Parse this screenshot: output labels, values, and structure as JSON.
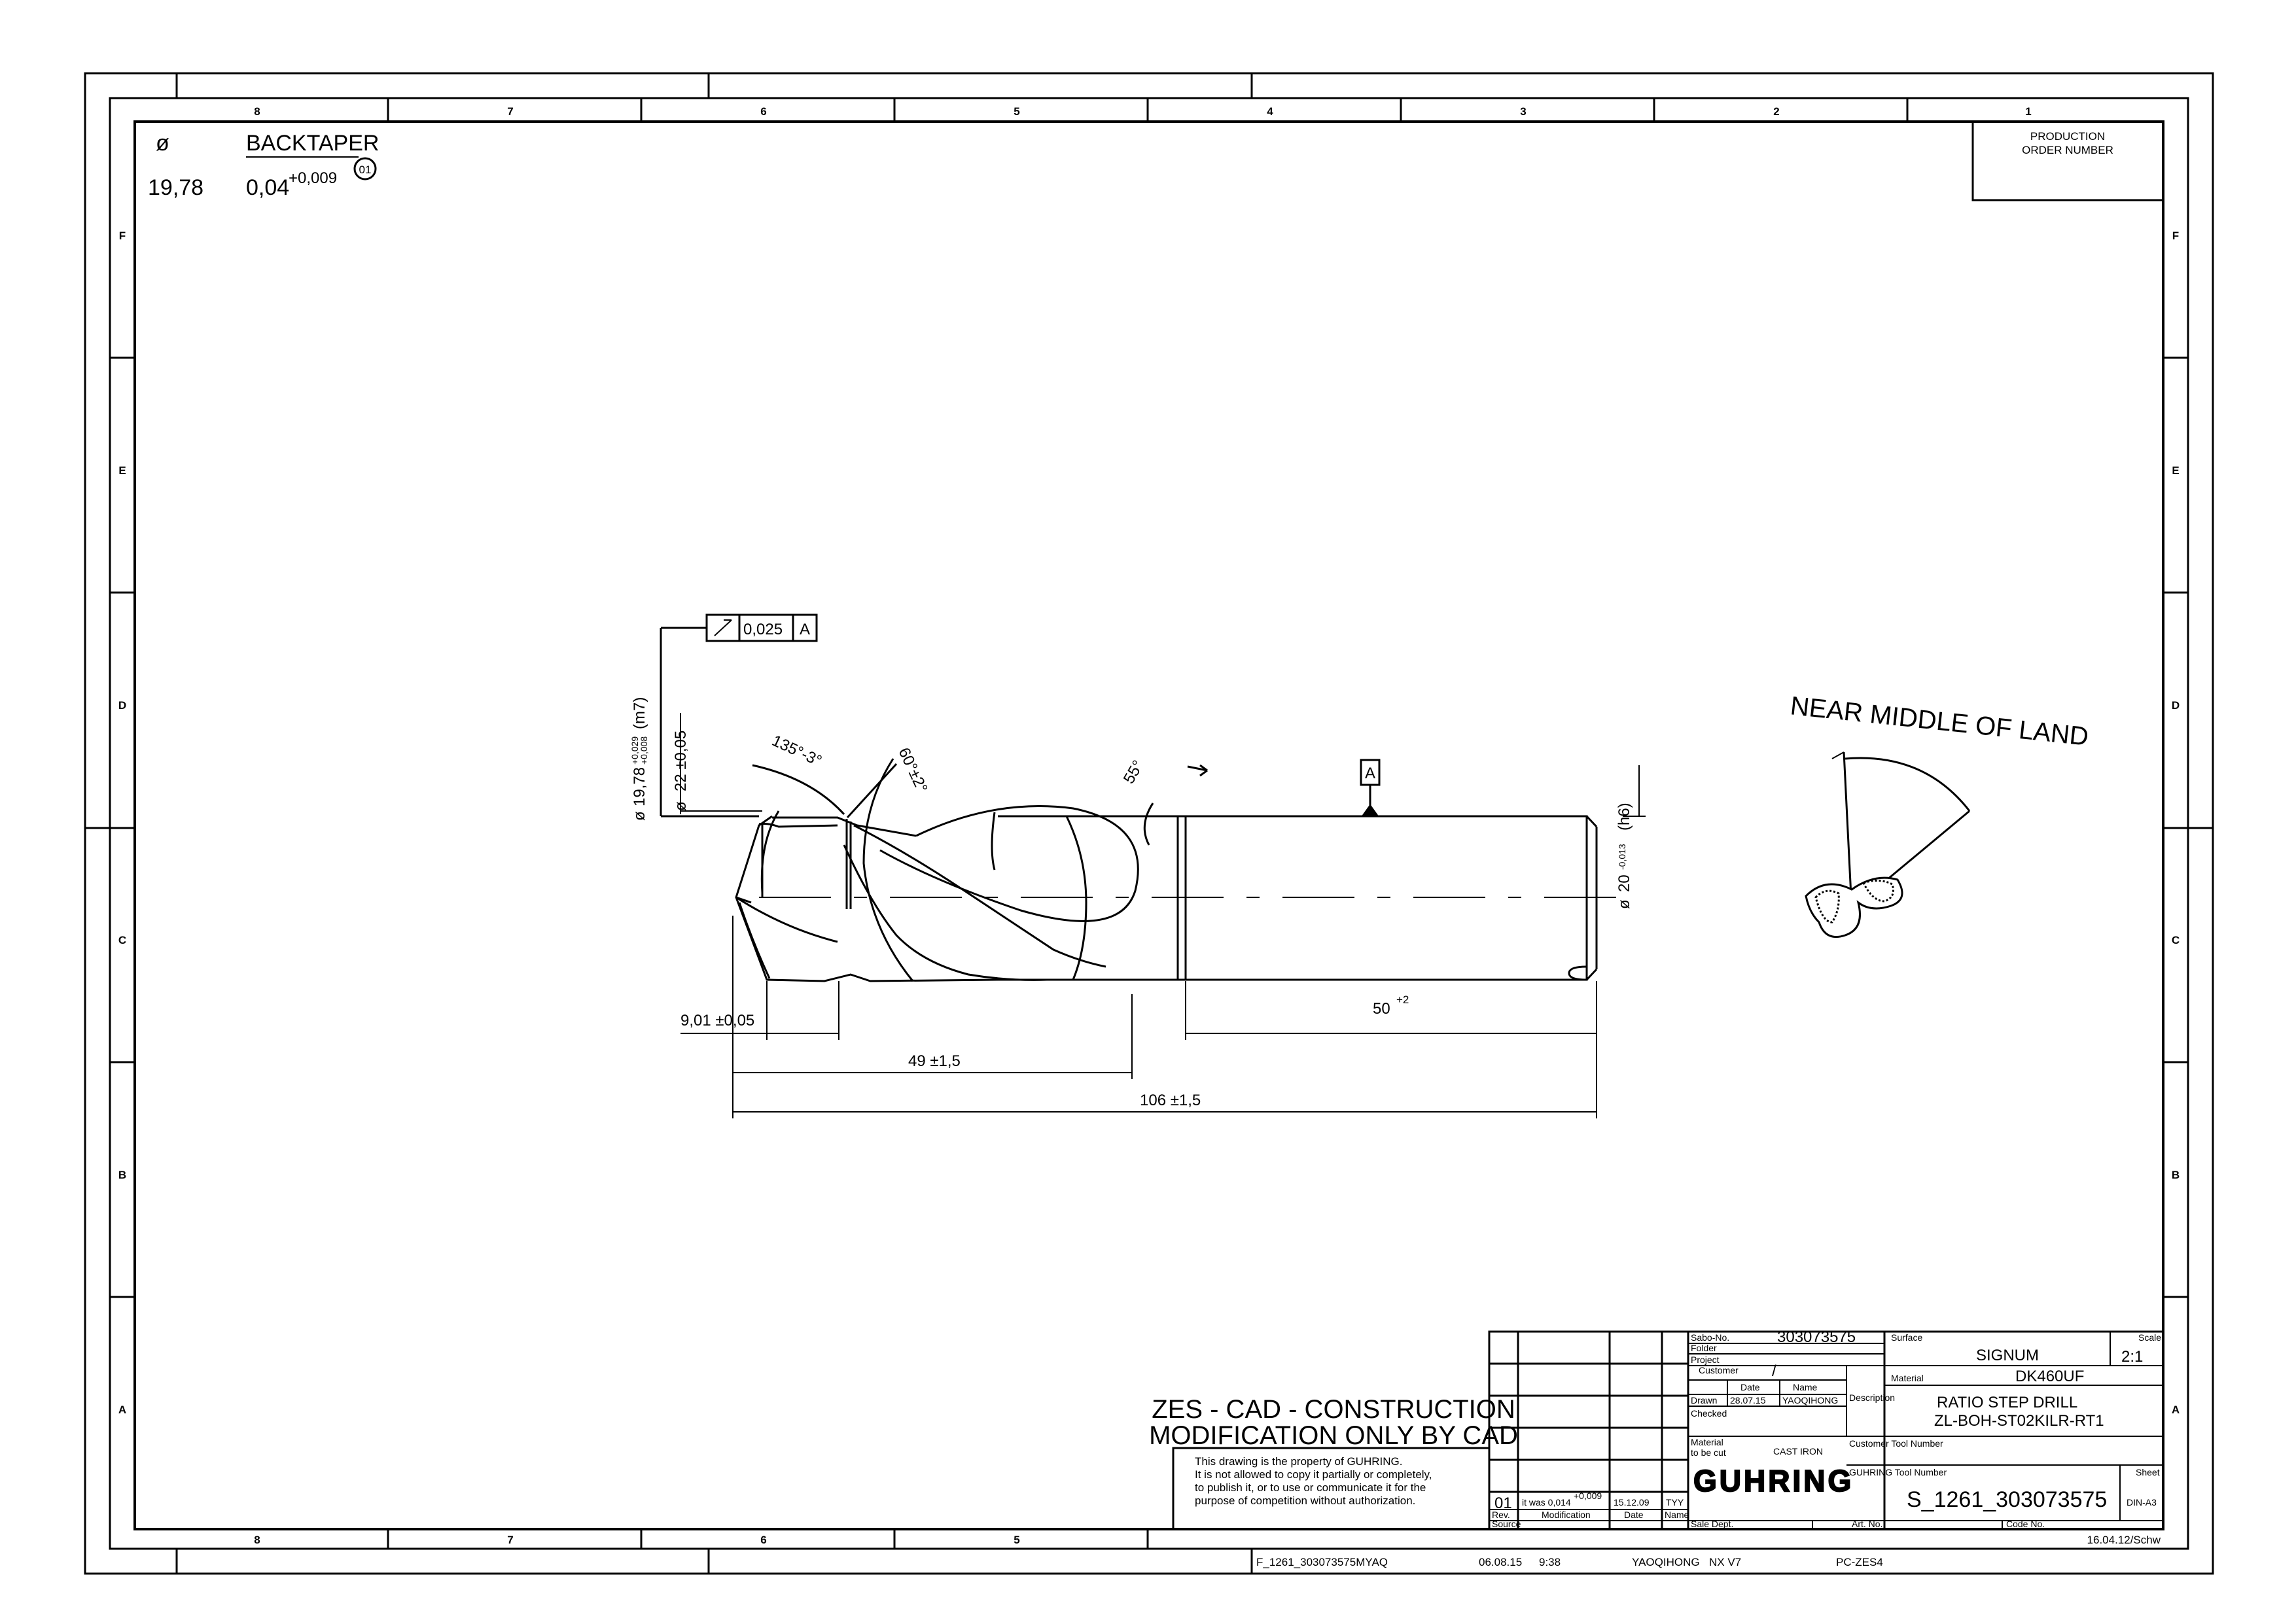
{
  "zones": {
    "cols": [
      "8",
      "7",
      "6",
      "5",
      "4",
      "3",
      "2",
      "1"
    ],
    "rows": [
      "F",
      "E",
      "D",
      "C",
      "B",
      "A"
    ],
    "bottom_cols": [
      "8",
      "7",
      "6",
      "5"
    ]
  },
  "production_order": {
    "line1": "PRODUCTION",
    "line2": "ORDER NUMBER"
  },
  "backtaper_table": {
    "diam_symbol": "ø",
    "header": "BACKTAPER",
    "diam_value": "19,78",
    "taper_value": "0,04",
    "taper_tol": "+0,009",
    "revision_mark": "01"
  },
  "tolerance_frame": {
    "value": "0,025",
    "datum": "A"
  },
  "datum_label": "A",
  "dims": {
    "diam_step_symbol": "ø",
    "diam_step": "19,78",
    "diam_step_tol_upper": "+0,029",
    "diam_step_tol_lower": "+0,008",
    "diam_step_fit": "(m7)",
    "diam_22_symbol": "ø",
    "diam_22": "22 ±0,05",
    "angle_135": "135°-3°",
    "angle_60": "60°±2°",
    "angle_55": "55°",
    "diam_shank_symbol": "ø",
    "diam_shank": "20",
    "diam_shank_tol": "-0,013",
    "diam_shank_fit": "(h6)",
    "len_step": "9,01 ±0,05",
    "len_flute": "49 ±1,5",
    "len_total": "106 ±1,5",
    "len_shank": "50",
    "len_shank_tol": "+2"
  },
  "detail_note": "NEAR MIDDLE OF LAND",
  "zes": {
    "line1": "ZES - CAD - CONSTRUCTION",
    "line2": "MODIFICATION ONLY BY CAD"
  },
  "property_notice": {
    "line1": "This drawing is the property of GUHRING.",
    "line2": "It is not allowed to copy it partially or completely,",
    "line3": "to publish it, or to use or communicate it for the",
    "line4": "purpose of competition without authorization."
  },
  "revision": {
    "rev": "01",
    "modification": "it was 0,014",
    "modification_tol": "+0,009",
    "date": "15.12.09",
    "name": "TYY",
    "hdr_rev": "Rev.",
    "hdr_modification": "Modification",
    "hdr_date": "Date",
    "hdr_name": "Name",
    "source": "Source"
  },
  "title_block": {
    "sabo_label": "Sabo-No.",
    "sabo_value": "303073575",
    "folder_label": "Folder",
    "project_label": "Project",
    "customer_label": "Customer",
    "customer_value": "/",
    "date_hdr": "Date",
    "name_hdr": "Name",
    "drawn_label": "Drawn",
    "drawn_date": "28.07.15",
    "drawn_name": "YAOQIHONG",
    "checked_label": "Checked",
    "material_cut_label1": "Material",
    "material_cut_label2": "to be cut",
    "material_cut_value": "CAST IRON",
    "surface_label": "Surface",
    "surface_value": "SIGNUM",
    "scale_label": "Scale",
    "scale_value": "2:1",
    "material_label": "Material",
    "material_value": "DK460UF",
    "description_label": "Description",
    "description_line1": "RATIO STEP DRILL",
    "description_line2": "ZL-BOH-ST02KILR-RT1",
    "customer_tool_label": "Customer Tool Number",
    "guhring_tool_label": "GUHRING Tool Number",
    "tool_number": "S_1261_303073575",
    "sheet_label": "Sheet",
    "sheet_value": "DIN-A3",
    "logo": "GUHRING",
    "sale_dept_label": "Sale Dept.",
    "art_no_label": "Art. No.",
    "code_no_label": "Code No.",
    "stamp": "16.04.12/Schw"
  },
  "footer": {
    "file": "F_1261_303073575MYAQ",
    "date": "06.08.15",
    "time": "9:38",
    "user": "YAOQIHONG",
    "cad": "NX V7",
    "station": "PC-ZES4"
  }
}
